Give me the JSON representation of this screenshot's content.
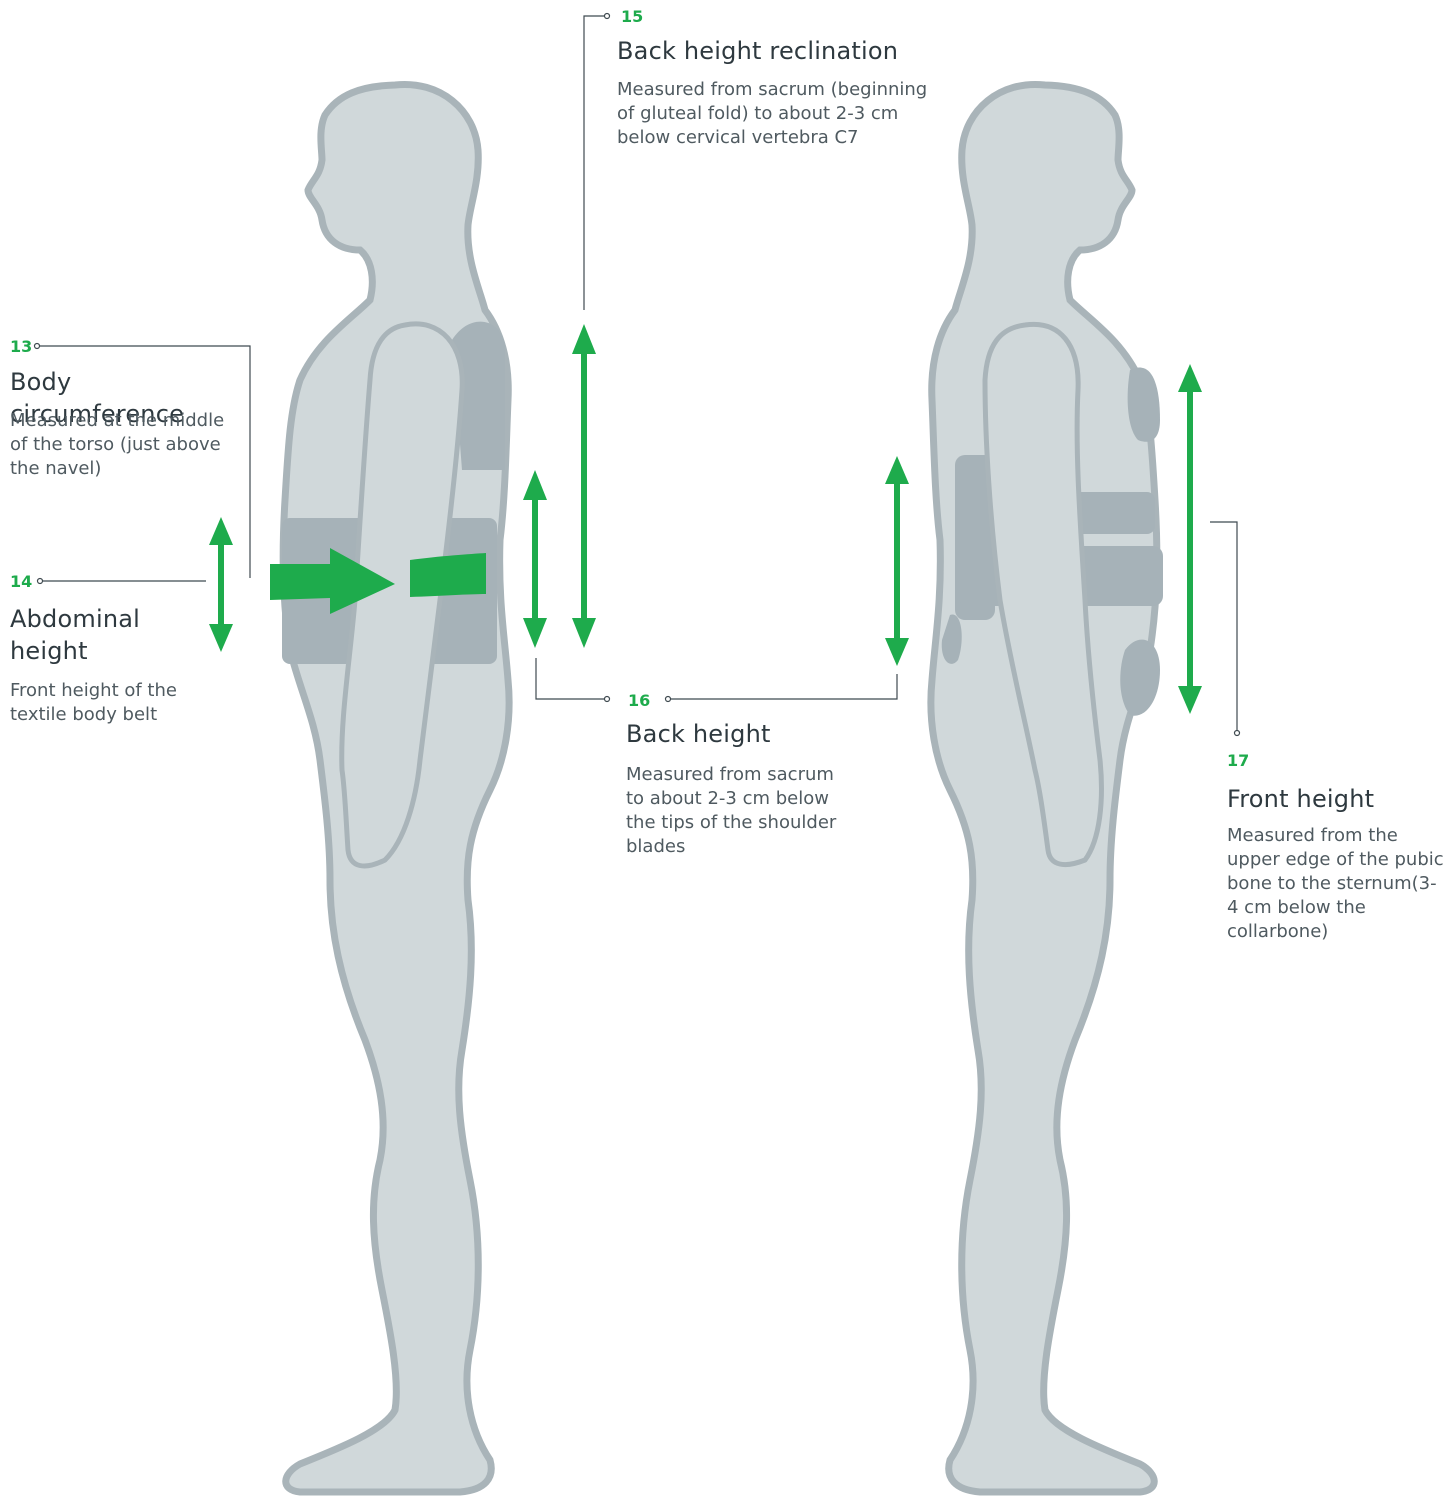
{
  "measurements": [
    {
      "id": "body-circumference",
      "number": "13",
      "title": "Body circumference",
      "description": "Measured at the middle of the torso (just above the navel)"
    },
    {
      "id": "abdominal-height",
      "number": "14",
      "title": "Abdominal height",
      "description": "Front height of the textile body belt"
    },
    {
      "id": "back-height-reclination",
      "number": "15",
      "title": "Back height reclination",
      "description": "Measured from sacrum (beginning of gluteal fold) to about 2-3 cm below cervical vertebra C7"
    },
    {
      "id": "back-height",
      "number": "16",
      "title": "Back height",
      "description": "Measured from sacrum to about 2-3 cm below the tips of the shoulder blades"
    },
    {
      "id": "front-height",
      "number": "17",
      "title": "Front height",
      "description": "Measured from the upper edge of the pubic bone to the sternum(3-4 cm below the collarbone)"
    }
  ],
  "colors": {
    "accent": "#1eab4c",
    "body_fill": "#d0d8da",
    "body_outline": "#a9b4b9",
    "orthosis": "#a6b2b8"
  }
}
